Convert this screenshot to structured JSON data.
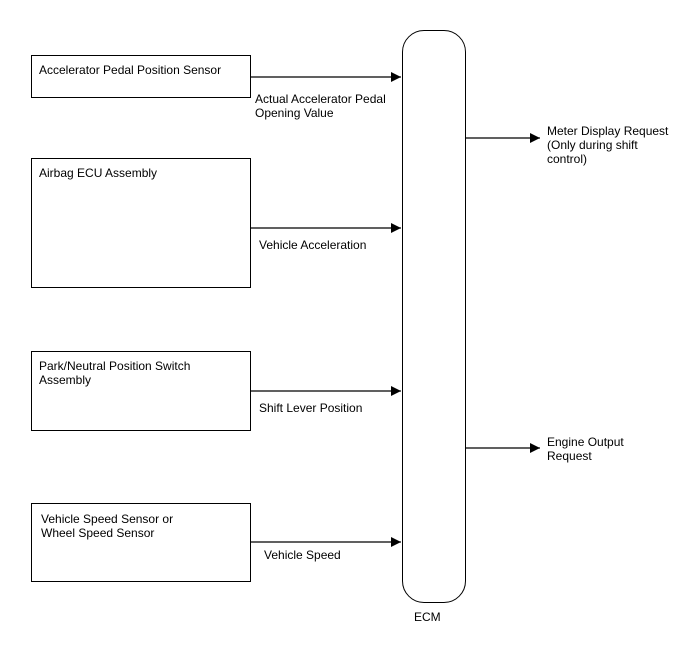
{
  "inputs": [
    {
      "label": "Accelerator Pedal Position Sensor",
      "signal": "Actual Accelerator Pedal\nOpening Value"
    },
    {
      "label": "Airbag ECU Assembly",
      "signal": "Vehicle Acceleration"
    },
    {
      "label": "Park/Neutral Position Switch\nAssembly",
      "signal": "Shift Lever Position"
    },
    {
      "label": "Vehicle Speed Sensor or\nWheel Speed Sensor",
      "signal": "Vehicle Speed"
    }
  ],
  "ecm": {
    "label": "ECM"
  },
  "outputs": [
    {
      "label": "Meter Display Request\n(Only during shift\ncontrol)"
    },
    {
      "label": "Engine Output\nRequest"
    }
  ]
}
